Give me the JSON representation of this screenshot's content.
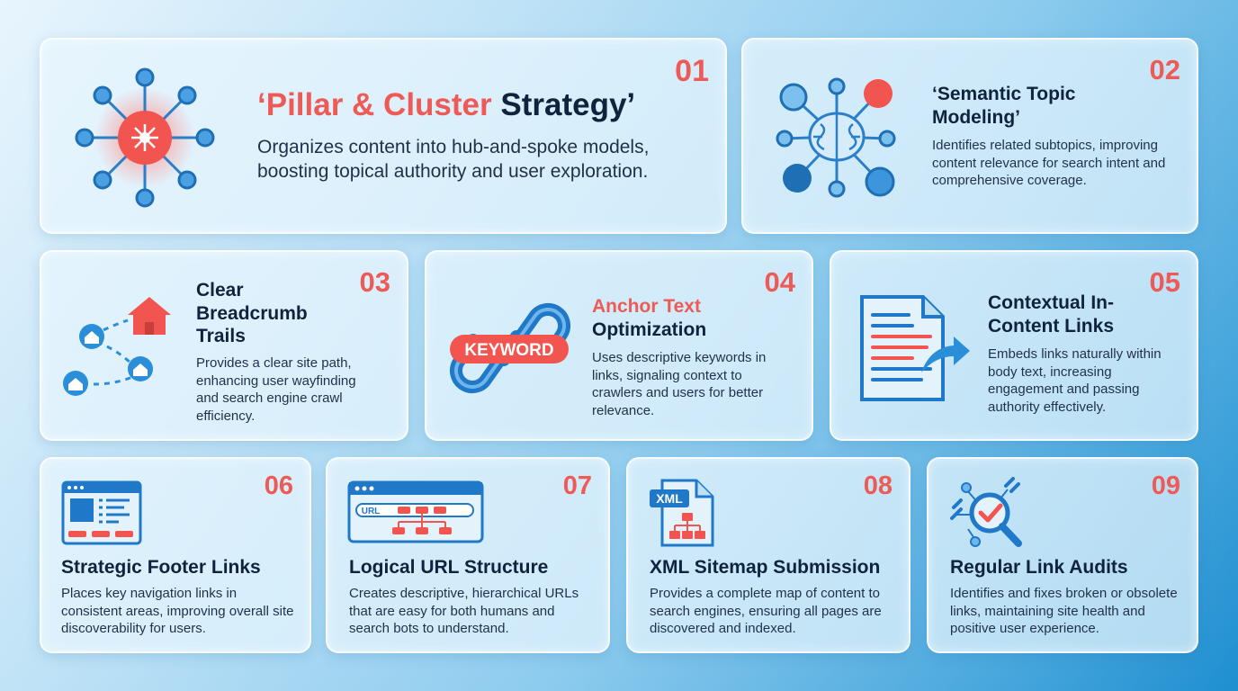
{
  "cards": [
    {
      "number": "01",
      "title_accent": "‘Pillar & Cluster",
      "title_rest": " Strategy’",
      "description": "Organizes content into hub-and-spoke models, boosting topical authority and user exploration.",
      "icon": "hub-network-icon"
    },
    {
      "number": "02",
      "title": "‘Semantic Topic Modeling’",
      "description": "Identifies related subtopics, improving content relevance for search intent and comprehensive coverage.",
      "icon": "brain-network-icon"
    },
    {
      "number": "03",
      "title": "Clear Breadcrumb Trails",
      "description": "Provides a clear site path, enhancing user wayfinding and search engine crawl efficiency.",
      "icon": "home-breadcrumb-icon"
    },
    {
      "number": "04",
      "title_accent": "Anchor Text",
      "title_rest": "Optimization",
      "description": "Uses descriptive keywords in links, signaling context to crawlers and users for better relevance.",
      "icon": "link-keyword-icon",
      "icon_label": "KEYWORD"
    },
    {
      "number": "05",
      "title": "Contextual In-Content Links",
      "description": "Embeds links naturally within body text, increasing engagement and passing authority effectively.",
      "icon": "document-link-icon"
    },
    {
      "number": "06",
      "title": "Strategic Footer Links",
      "description": "Places key navigation links in consistent areas, improving overall site discoverability for users.",
      "icon": "browser-footer-icon"
    },
    {
      "number": "07",
      "title": "Logical URL Structure",
      "description": "Creates descriptive, hierarchical URLs that are easy for both humans and search bots to understand.",
      "icon": "browser-url-icon",
      "icon_label": "URL"
    },
    {
      "number": "08",
      "title": "XML Sitemap Submission",
      "description": "Provides a complete map of content to search engines, ensuring all pages are discovered and indexed.",
      "icon": "xml-sitemap-icon",
      "icon_label": "XML"
    },
    {
      "number": "09",
      "title": "Regular Link Audits",
      "description": "Identifies and fixes broken or obsolete links, maintaining site health and positive user experience.",
      "icon": "link-audit-magnifier-icon"
    }
  ],
  "colors": {
    "accent": "#ee5b56",
    "blue": "#1f78c8",
    "navy": "#10233d"
  }
}
